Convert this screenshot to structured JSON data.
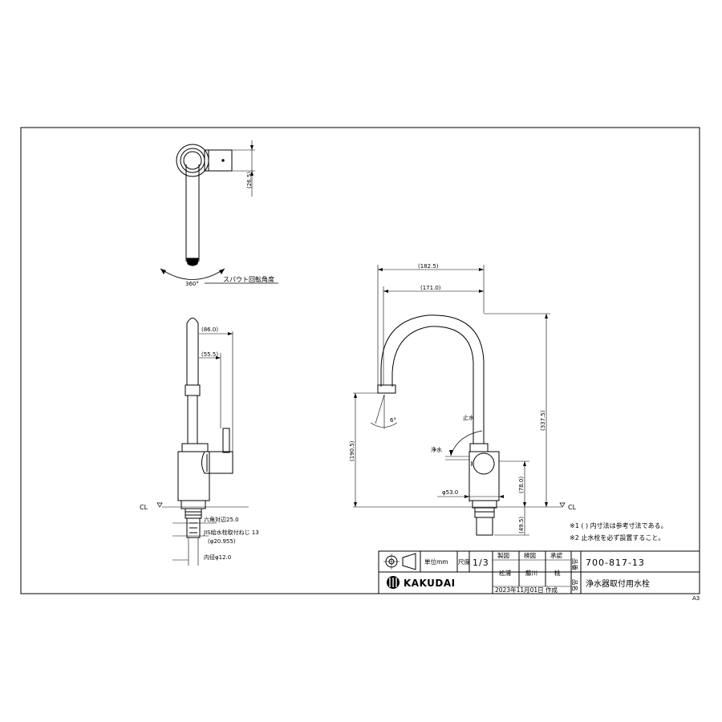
{
  "views": {
    "top": {
      "dim_width": "(26.5)",
      "rotation_angle": "360°",
      "rotation_caption": "スパウト回転角度"
    },
    "front": {
      "dim_86": "(86.0)",
      "dim_55": "(55.5)",
      "cl_label": "CL",
      "hex_label": "六角対辺25.0",
      "jis_label": "JIS給水栓取付ねじ 13",
      "jis_dia": "(φ20.955)",
      "inner_dia": "内径φ12.0"
    },
    "side": {
      "dim_182": "(182.5)",
      "dim_171": "(171.0)",
      "dim_337": "(337.5)",
      "dim_190": "(190.5)",
      "angle_6": "6°",
      "stop_label": "止水",
      "water_label": "浄水",
      "dim_53": "φ53.0",
      "dim_78": "(78.0)",
      "dim_49": "(49.5)",
      "cl_label": "CL"
    }
  },
  "notes": [
    "※1  (  ) 内寸法は参考寸法である。",
    "※2  止水栓を必ず設置すること。"
  ],
  "title_block": {
    "unit": "単位mm",
    "scale_label": "尺度",
    "scale_value": "1/3",
    "col_made": "製図",
    "col_check": "検図",
    "col_approve": "承認",
    "made_by": "松浦",
    "checked_by": "藤川",
    "approved_by": "桃",
    "part_no_label": "品番",
    "part_no": "700-817-13",
    "name_label": "品名",
    "name": "浄水器取付用水栓",
    "brand": "KAKUDAI",
    "date": "2023年11月01日 作成"
  },
  "paper_size": "A3"
}
